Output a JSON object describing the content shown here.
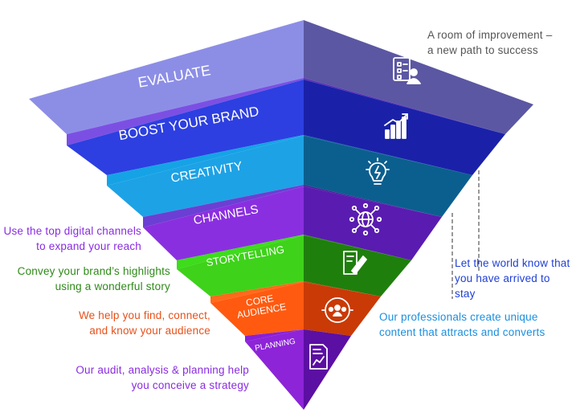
{
  "layers": [
    {
      "label": "EVALUATE",
      "icon": "checklist-user-icon",
      "colors": {
        "left": "#8c8ee6",
        "right": "#5b57a2",
        "front": "#7c4fe3",
        "front_dark": "#5b2fb8"
      }
    },
    {
      "label": "BOOST YOUR BRAND",
      "icon": "growth-chart-icon",
      "colors": {
        "left": "#2d3fe0",
        "right": "#1a21a8",
        "front": "#15a3e6",
        "front_dark": "#0b5f9b"
      }
    },
    {
      "label": "CREATIVITY",
      "icon": "lightbulb-icon",
      "colors": {
        "left": "#1da2e6",
        "right": "#0b5f8f",
        "front": "#6b3fd3",
        "front_dark": "#4a1f9a"
      }
    },
    {
      "label": "CHANNELS",
      "icon": "network-globe-icon",
      "colors": {
        "left": "#8a2fe0",
        "right": "#5a1bb0",
        "front": "#3ddc1c",
        "front_dark": "#1f8a0e"
      }
    },
    {
      "label": "STORYTELLING",
      "icon": "edit-document-icon",
      "colors": {
        "left": "#3ed21a",
        "right": "#1f7f0d",
        "front": "#ff6a1a",
        "front_dark": "#b3420a"
      }
    },
    {
      "label_lines": [
        "CORE",
        "AUDIENCE"
      ],
      "icon": "audience-target-icon",
      "colors": {
        "left": "#ff5a10",
        "right": "#c93a06",
        "front": "#8a1fd6",
        "front_dark": "#5e0fa0"
      }
    },
    {
      "label": "PLANNING",
      "icon": "report-chart-icon",
      "colors": {
        "left": "#8d24d8",
        "right": "#5c0fa3"
      }
    }
  ],
  "captions": {
    "evaluate": {
      "lines": [
        "A room of improvement –",
        "a new path to success"
      ],
      "color": "#555555"
    },
    "channels": {
      "lines": [
        "Use the top digital channels",
        "to expand your reach"
      ],
      "color": "#8a2be2"
    },
    "storytelling": {
      "lines": [
        "Convey your brand’s highlights",
        "using a wonderful story"
      ],
      "color": "#2f8a1a"
    },
    "core_audience": {
      "lines": [
        "We help you find, connect,",
        "and know your audience"
      ],
      "color": "#e8501a"
    },
    "planning": {
      "lines": [
        "Our audit, analysis & planning help",
        "you conceive a strategy"
      ],
      "color": "#8a2be2"
    },
    "boost_brand": {
      "lines": [
        "Let the world know that",
        "you have arrived to stay"
      ],
      "color": "#1f3fd6"
    },
    "creativity": {
      "lines": [
        "Our professionals create unique",
        "content that attracts and converts"
      ],
      "color": "#1a8fe0"
    }
  }
}
